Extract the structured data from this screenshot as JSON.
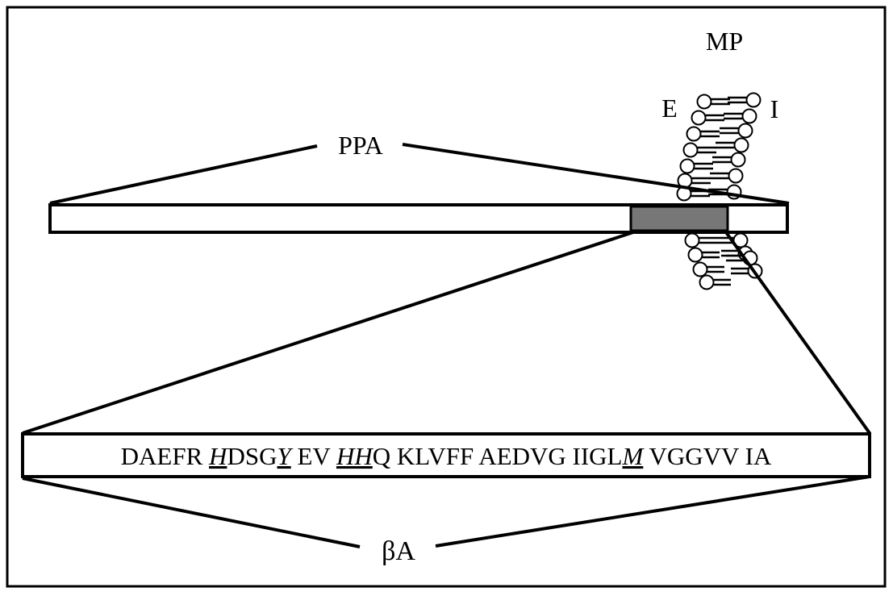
{
  "labels": {
    "membrane": "MP",
    "extracellular": "E",
    "intracellular": "I",
    "precursor": "PPA",
    "peptide": "βA"
  },
  "sequence": [
    {
      "text": "DAEFR ",
      "marked": false
    },
    {
      "text": "H",
      "marked": true
    },
    {
      "text": "DSG",
      "marked": false
    },
    {
      "text": "Y",
      "marked": true
    },
    {
      "text": " EV ",
      "marked": false
    },
    {
      "text": "HH",
      "marked": true
    },
    {
      "text": "Q KLVFF AEDVG IIGL",
      "marked": false
    },
    {
      "text": "M",
      "marked": true
    },
    {
      "text": " VGGVV IA",
      "marked": false
    }
  ],
  "colors": {
    "outline": "#000000",
    "membrane_span": "#777777",
    "background": "#ffffff"
  }
}
